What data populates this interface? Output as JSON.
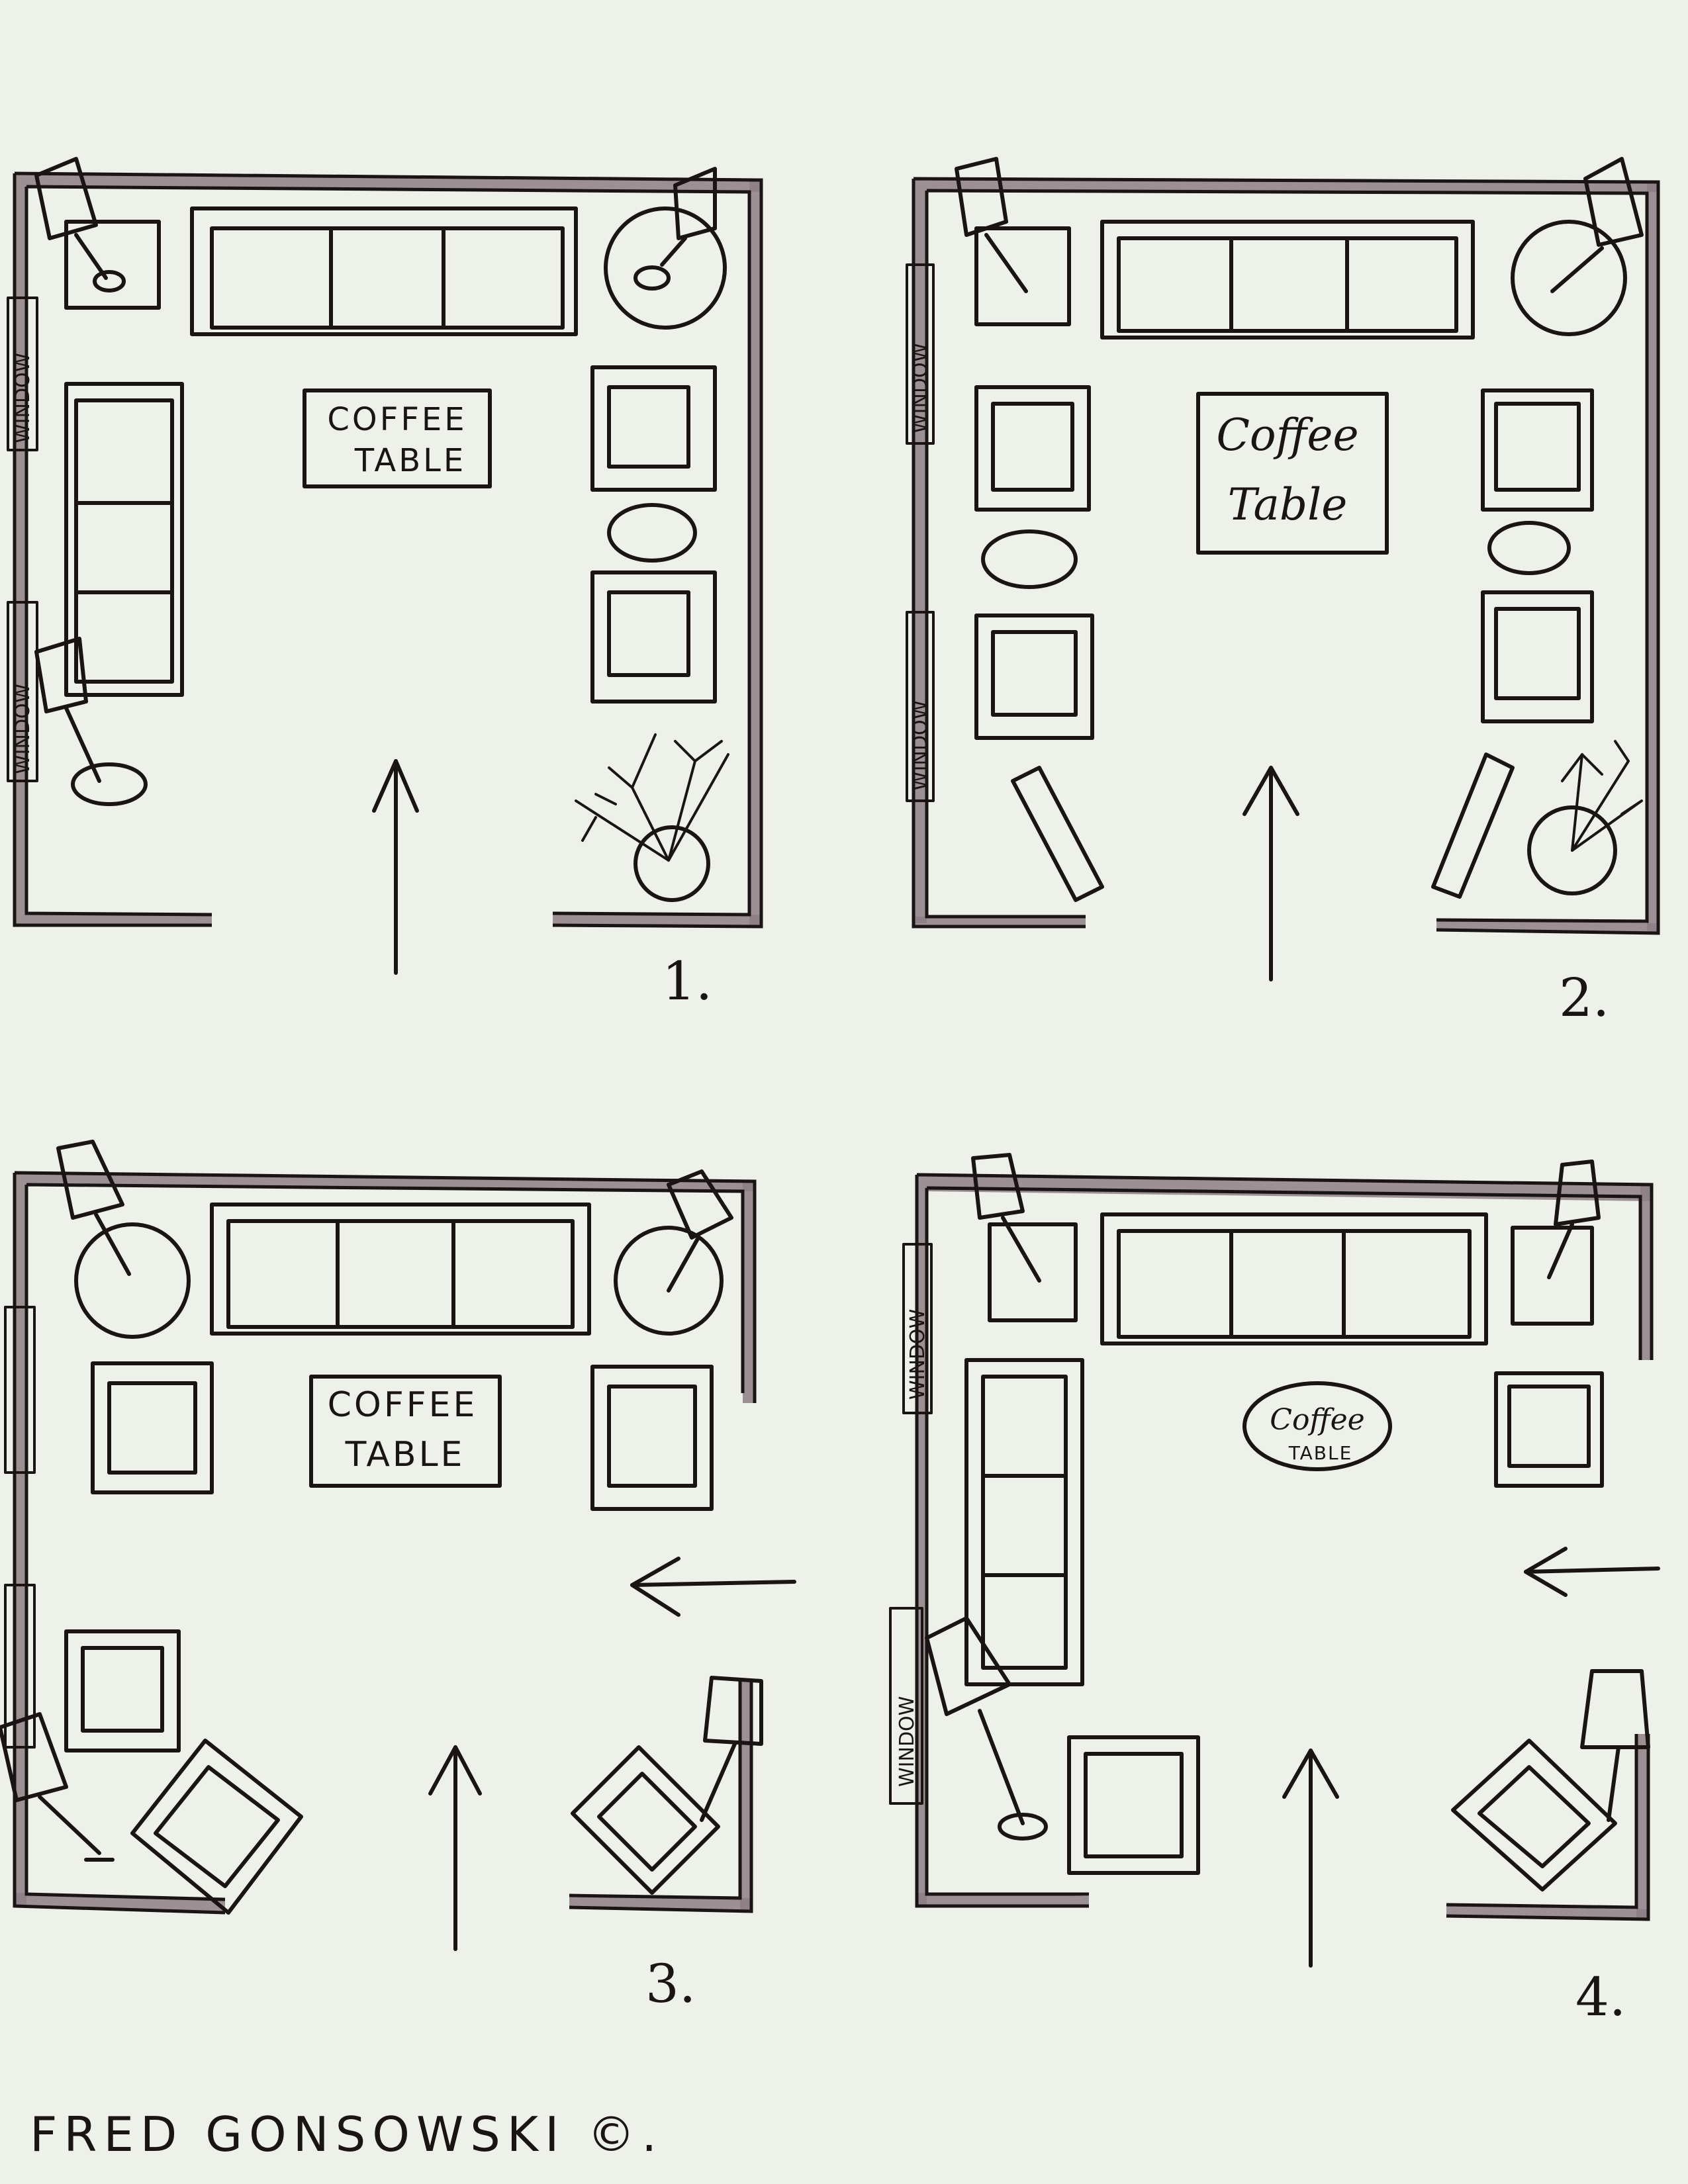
{
  "plans": [
    {
      "number": "1.",
      "coffee_table_line1": "COFFEE",
      "coffee_table_line2": "TABLE",
      "window_labels": [
        "WINDOW",
        "WINDOW"
      ]
    },
    {
      "number": "2.",
      "coffee_table_line1": "Coffee",
      "coffee_table_line2": "Table",
      "window_labels": [
        "WINDOW",
        "WINDOW"
      ]
    },
    {
      "number": "3.",
      "coffee_table_line1": "COFFEE",
      "coffee_table_line2": "TABLE",
      "window_labels": []
    },
    {
      "number": "4.",
      "coffee_table_line1": "Coffee",
      "coffee_table_line2": "TABLE",
      "window_labels": [
        "WINDOW",
        "WINDOW"
      ]
    }
  ],
  "signature": "FRED GONSOWSKI ©."
}
